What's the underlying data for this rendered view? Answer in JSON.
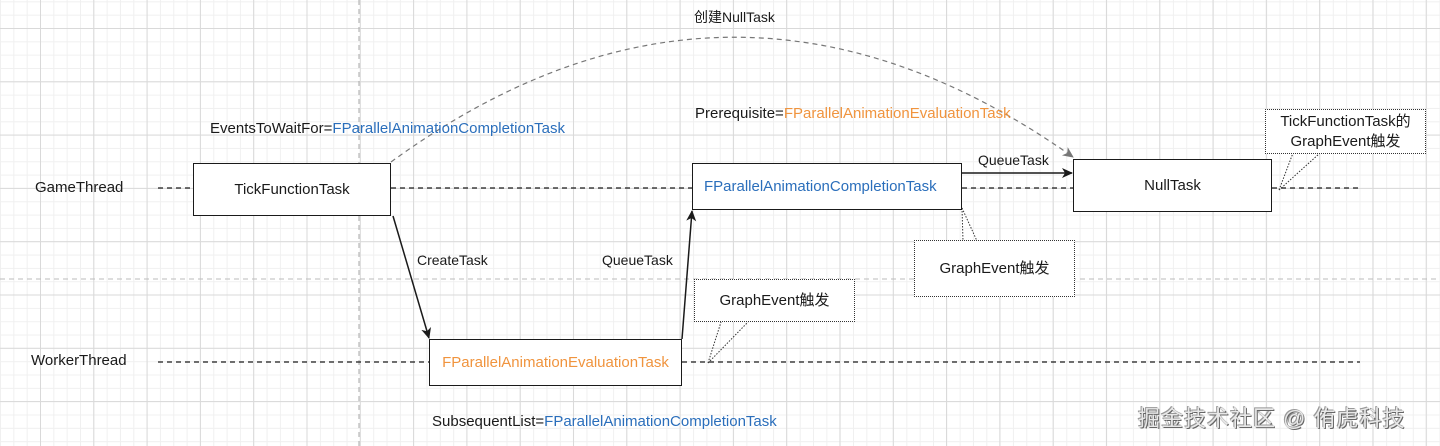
{
  "threads": {
    "game": "GameThread",
    "worker": "WorkerThread"
  },
  "tasks": {
    "tick": "TickFunctionTask",
    "completion": "FParallelAnimationCompletionTask",
    "evaluation": "FParallelAnimationEvaluationTask",
    "null": "NullTask"
  },
  "labels": {
    "create_null_task": "创建NullTask",
    "events_to_wait_prefix": "EventsToWaitFor=",
    "events_to_wait_value": "FParallelAnimationCompletionTask",
    "prerequisite_prefix": "Prerequisite=",
    "prerequisite_value": "FParallelAnimationEvaluationTask",
    "subsequent_prefix": "SubsequentList=",
    "subsequent_value": "FParallelAnimationCompletionTask",
    "create_task": "CreateTask",
    "queue_task_up": "QueueTask",
    "queue_task_right": "QueueTask"
  },
  "callouts": {
    "tick_graph_event_line1": "TickFunctionTask的",
    "tick_graph_event_line2": "GraphEvent触发",
    "completion_graph_event": "GraphEvent触发",
    "evaluation_graph_event": "GraphEvent触发"
  },
  "colors": {
    "completion_task": "#2a6ebb",
    "evaluation_task": "#f0943e"
  },
  "watermark": "掘金技术社区 @ 侑虎科技"
}
